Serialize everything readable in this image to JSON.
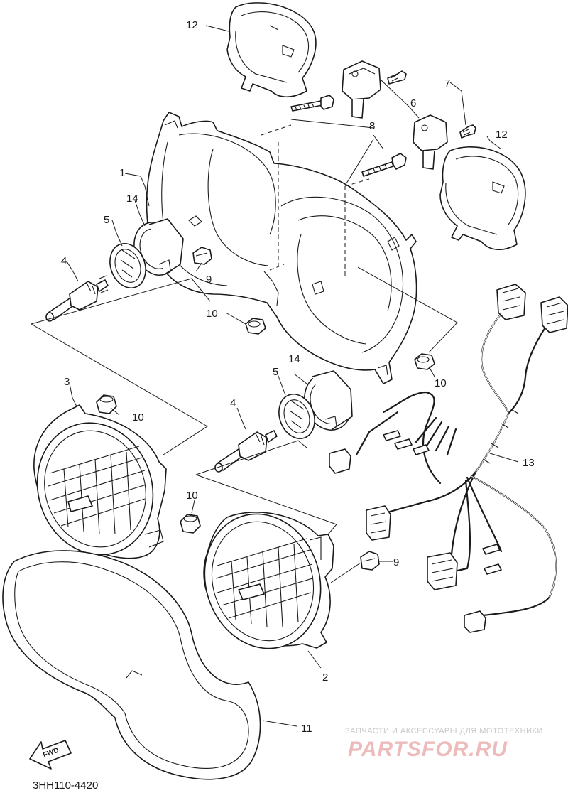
{
  "diagram": {
    "part_numbers": {
      "p1": "1",
      "p2": "2",
      "p3": "3",
      "p4a": "4",
      "p4b": "4",
      "p5a": "5",
      "p5b": "5",
      "p6": "6",
      "p7": "7",
      "p8": "8",
      "p9a": "9",
      "p9b": "9",
      "p10a": "10",
      "p10b": "10",
      "p10c": "10",
      "p10d": "10",
      "p11": "11",
      "p12a": "12",
      "p12b": "12",
      "p13": "13",
      "p14a": "14",
      "p14b": "14"
    },
    "drawing_code": "3HH110-4420",
    "direction_marker": "FWD"
  },
  "watermark": {
    "tagline": "ЗАПЧАСТИ И АКСЕССУАРЫ ДЛЯ МОТОТЕХНИКИ",
    "logo": "PARTSFOR.RU"
  },
  "colors": {
    "line": "#1a1a1a",
    "background": "#ffffff",
    "watermark_logo": "#ecbcbc",
    "watermark_text": "#c8c8c8"
  }
}
